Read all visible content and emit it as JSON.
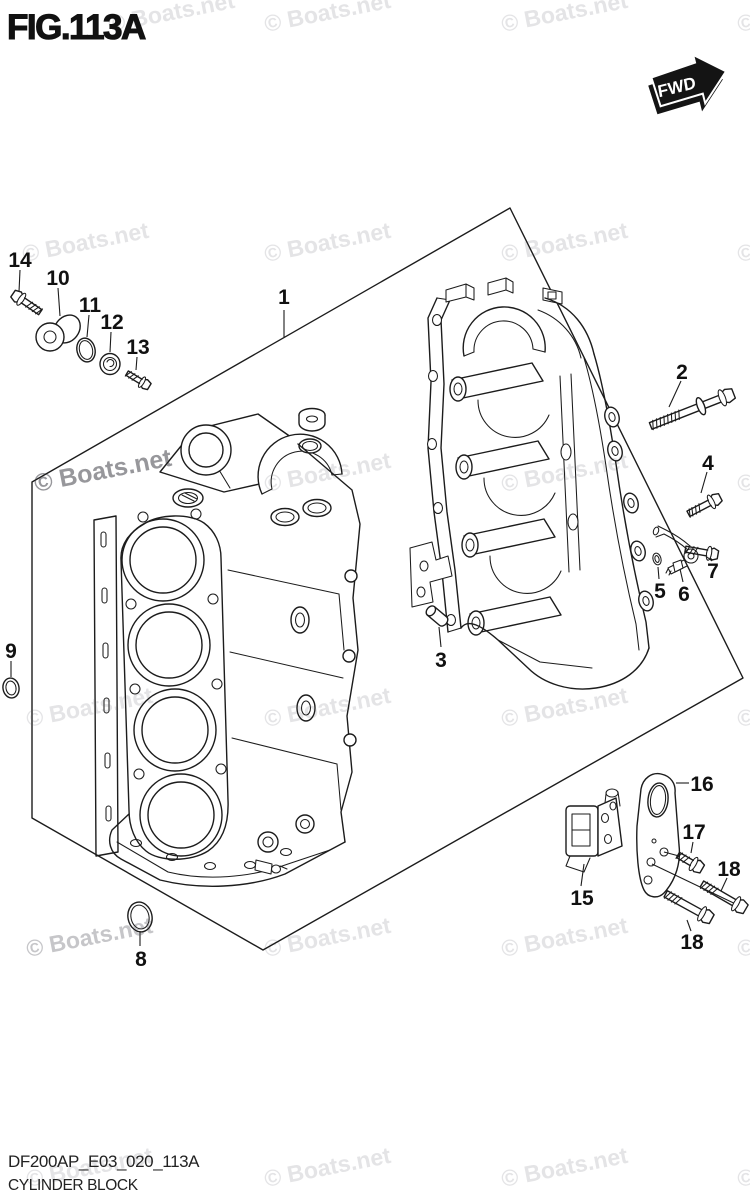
{
  "page": {
    "title": "FIG.113A",
    "background_color": "#ffffff",
    "ink_color": "#1c1c1c"
  },
  "watermark": {
    "text": "© Boats.net",
    "light_color": "#e4e4e6",
    "medium_color": "#c6c6c9",
    "dark_color": "#97979b"
  },
  "fwd_badge": {
    "label": "FWD"
  },
  "diagram": {
    "subject": "Cylinder block exploded-parts line drawing",
    "callouts": [
      {
        "number": "1"
      },
      {
        "number": "2"
      },
      {
        "number": "3"
      },
      {
        "number": "4"
      },
      {
        "number": "5"
      },
      {
        "number": "6"
      },
      {
        "number": "7"
      },
      {
        "number": "8"
      },
      {
        "number": "9"
      },
      {
        "number": "10"
      },
      {
        "number": "11"
      },
      {
        "number": "12"
      },
      {
        "number": "13"
      },
      {
        "number": "14"
      },
      {
        "number": "15"
      },
      {
        "number": "16"
      },
      {
        "number": "17"
      },
      {
        "number": "18"
      },
      {
        "number": "18"
      }
    ]
  },
  "footer": {
    "drawing_code": "DF200AP_E03_020_113A",
    "drawing_title": "CYLINDER BLOCK"
  }
}
